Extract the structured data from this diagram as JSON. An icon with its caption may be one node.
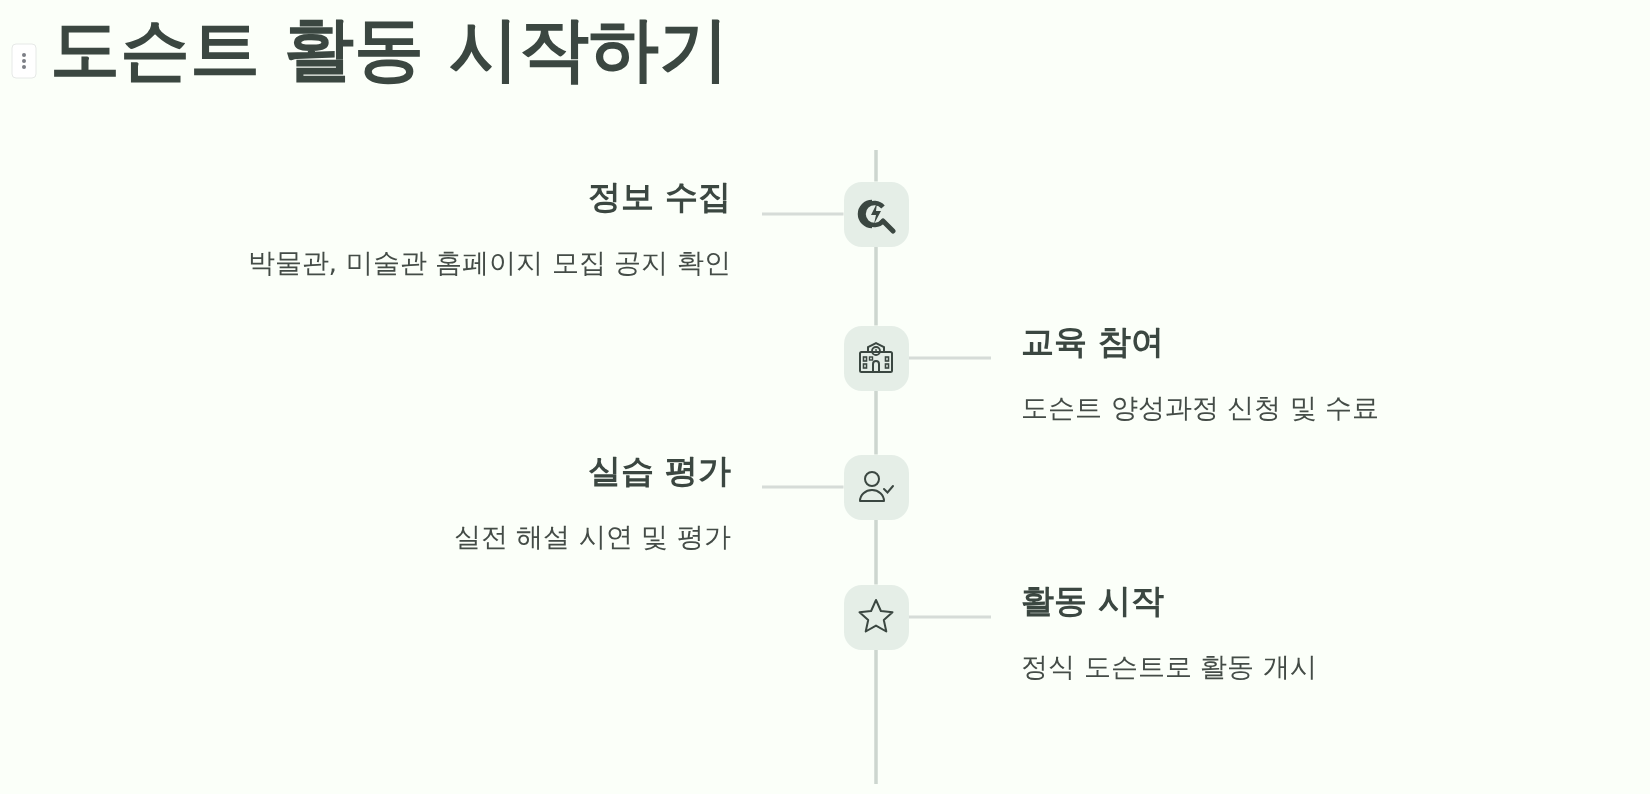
{
  "diagram": {
    "title": "도슨트 활동 시작하기",
    "nodes": [
      {
        "text": [
          "정보 수집",
          "박물관, 미술관 홈페이지 모집 공지 확인"
        ]
      },
      {
        "text": [],
        "shape": "box"
      },
      {
        "text": [],
        "shape": "box"
      },
      {
        "text": [
          "교육 참여",
          "도슨트 양성과정 신청 및 수료"
        ]
      },
      {
        "text": [
          "실습 평가",
          "실전 해설 시연 및 평가"
        ]
      },
      {
        "text": [],
        "shape": "box"
      },
      {
        "text": [],
        "shape": "box"
      },
      {
        "text": [
          "활동 시작",
          "정식 도슨트로 활동 개시"
        ]
      }
    ],
    "edges": [
      {
        "from": null,
        "to": 1,
        "arrow": "none"
      },
      {
        "from": 0,
        "to": 1,
        "arrow": "none"
      },
      {
        "from": 1,
        "to": 2,
        "arrow": "none"
      },
      {
        "from": 2,
        "to": 3,
        "arrow": "none"
      },
      {
        "from": 2,
        "to": 5,
        "arrow": "none"
      },
      {
        "from": 4,
        "to": 5,
        "arrow": "none"
      },
      {
        "from": 5,
        "to": 6,
        "arrow": "none"
      },
      {
        "from": 6,
        "to": 7,
        "arrow": "none"
      },
      {
        "from": 6,
        "to": null,
        "arrow": "none"
      }
    ]
  }
}
